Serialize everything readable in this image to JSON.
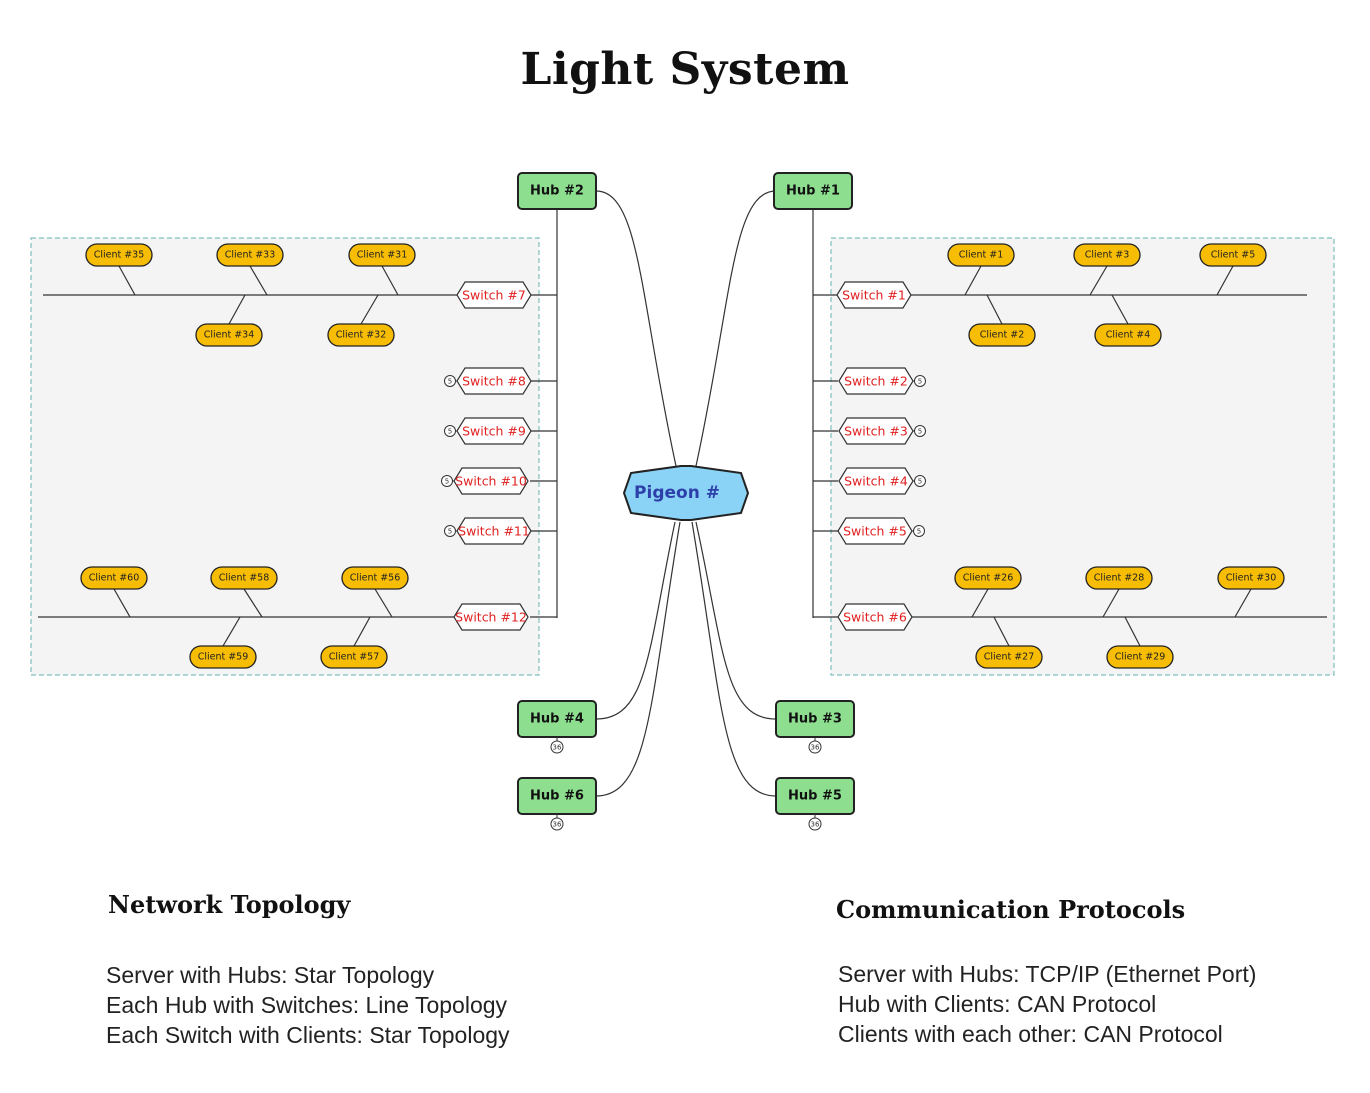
{
  "title": "Light System",
  "colors": {
    "hub_fill": "#8ddf8f",
    "client_fill": "#f7bd05",
    "switch_text": "#e02020",
    "server_fill": "#8ad3f7",
    "server_text": "#2d3fa8",
    "panel_fill": "#f4f4f4",
    "panel_border": "#7fbfbf"
  },
  "server": {
    "label": "Pigeon #"
  },
  "hubs": [
    {
      "label": "Hub #2"
    },
    {
      "label": "Hub #1"
    },
    {
      "label": "Hub #4",
      "badge": "36"
    },
    {
      "label": "Hub #6",
      "badge": "36"
    },
    {
      "label": "Hub #3",
      "badge": "36"
    },
    {
      "label": "Hub #5",
      "badge": "36"
    }
  ],
  "left_switches": [
    {
      "label": "Switch #7"
    },
    {
      "label": "Switch #8",
      "badge": "5"
    },
    {
      "label": "Switch #9",
      "badge": "5"
    },
    {
      "label": "Switch #10",
      "badge": "5"
    },
    {
      "label": "Switch #11",
      "badge": "5"
    },
    {
      "label": "Switch #12"
    }
  ],
  "right_switches": [
    {
      "label": "Switch #1"
    },
    {
      "label": "Switch #2",
      "badge": "5"
    },
    {
      "label": "Switch #3",
      "badge": "5"
    },
    {
      "label": "Switch #4",
      "badge": "5"
    },
    {
      "label": "Switch #5",
      "badge": "5"
    },
    {
      "label": "Switch #6"
    }
  ],
  "clients": {
    "sw7": [
      "Client #35",
      "Client #34",
      "Client #33",
      "Client #32",
      "Client #31"
    ],
    "sw12": [
      "Client #60",
      "Client #59",
      "Client #58",
      "Client #57",
      "Client #56"
    ],
    "sw1": [
      "Client #1",
      "Client #2",
      "Client #3",
      "Client #4",
      "Client #5"
    ],
    "sw6": [
      "Client #26",
      "Client #27",
      "Client #28",
      "Client #29",
      "Client #30"
    ]
  },
  "network_topology": {
    "heading": "Network Topology",
    "lines": [
      "Server with Hubs: Star Topology",
      "Each Hub with Switches: Line Topology",
      "Each Switch with Clients: Star Topology"
    ]
  },
  "communication_protocols": {
    "heading": "Communication Protocols",
    "lines": [
      "Server with Hubs: TCP/IP (Ethernet Port)",
      "Hub with Clients: CAN Protocol",
      "Clients with each other: CAN Protocol"
    ]
  }
}
